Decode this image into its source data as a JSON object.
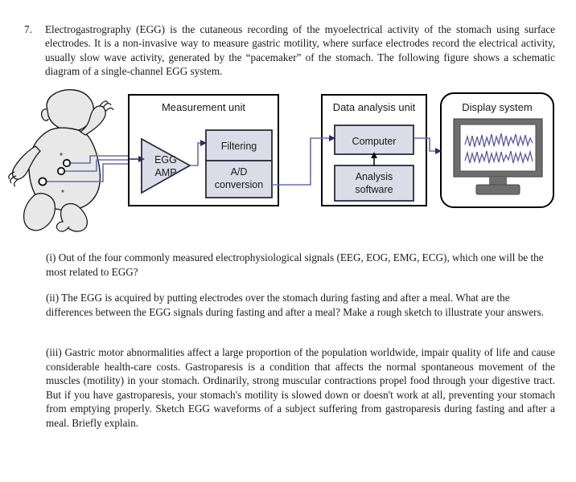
{
  "question": {
    "number": "7.",
    "intro": "Electrogastrography (EGG) is the cutaneous recording of the myoelectrical activity of the stomach using surface electrodes. It is a non-invasive way to measure gastric motility, where surface electrodes record the electrical activity, usually slow wave activity, generated by the “pacemaker” of the stomach. The following figure shows a schematic diagram of a single-channel EGG system."
  },
  "figure": {
    "measurement_unit": {
      "title": "Measurement unit",
      "amplifier_line1": "EGG",
      "amplifier_line2": "AMP",
      "filtering": "Filtering",
      "ad_line1": "A/D",
      "ad_line2": "conversion"
    },
    "data_analysis_unit": {
      "title": "Data analysis unit",
      "computer": "Computer",
      "analysis_line1": "Analysis",
      "analysis_line2": "software"
    },
    "display_system": {
      "title": "Display system"
    },
    "colors": {
      "block_fill": "#dcdce8",
      "block_border": "#2b2b3a",
      "wire": "#6b6bab",
      "arrow": "#2d2d66",
      "body_fill": "#e8e8e8",
      "body_outline": "#1a1a1a",
      "monitor_bezel": "#6e6e6e",
      "screen": "#ffffff",
      "unit_border": "#000000"
    }
  },
  "subquestions": [
    {
      "id": "i",
      "text": "(i) Out of the four commonly measured electrophysiological signals (EEG, EOG, EMG, ECG), which one will be the most related to EGG?"
    },
    {
      "id": "ii",
      "text": "(ii) The EGG is acquired by putting electrodes over the stomach during fasting and after a meal. What are the differences between the EGG signals during fasting and after a meal? Make a rough sketch to illustrate your answers."
    },
    {
      "id": "iii",
      "text": "(iii) Gastric motor abnormalities affect a large proportion of the population worldwide, impair quality of life and cause considerable health-care costs. Gastroparesis is a condition that affects the normal spontaneous movement of the muscles (motility) in your stomach. Ordinarily, strong muscular contractions propel food through your digestive tract. But if you have gastroparesis, your stomach's motility is slowed down or doesn't work at all, preventing your stomach from emptying properly. Sketch EGG waveforms of a subject suffering from gastroparesis during fasting and after a meal. Briefly explain."
    }
  ]
}
